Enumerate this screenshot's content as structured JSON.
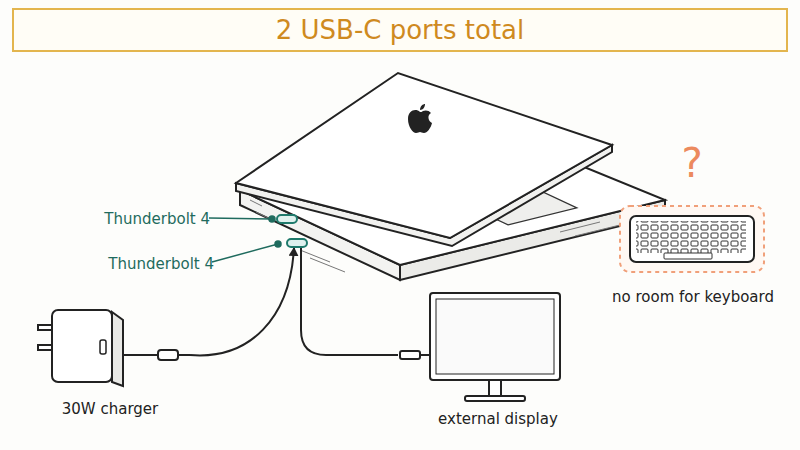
{
  "diagram": {
    "title": "2 USB-C ports total",
    "nodes": [
      {
        "text": [
          "Thunderbolt 4"
        ]
      },
      {
        "text": [
          "Thunderbolt 4"
        ]
      },
      {
        "text": [
          "?",
          "no room for keyboard"
        ]
      },
      {
        "text": [
          "30W charger"
        ]
      },
      {
        "text": [
          "external display"
        ]
      }
    ],
    "edges": [
      {
        "from": 3,
        "to": 1,
        "arrow": "to"
      },
      {
        "from": 1,
        "to": 4,
        "arrow": "none"
      }
    ]
  }
}
